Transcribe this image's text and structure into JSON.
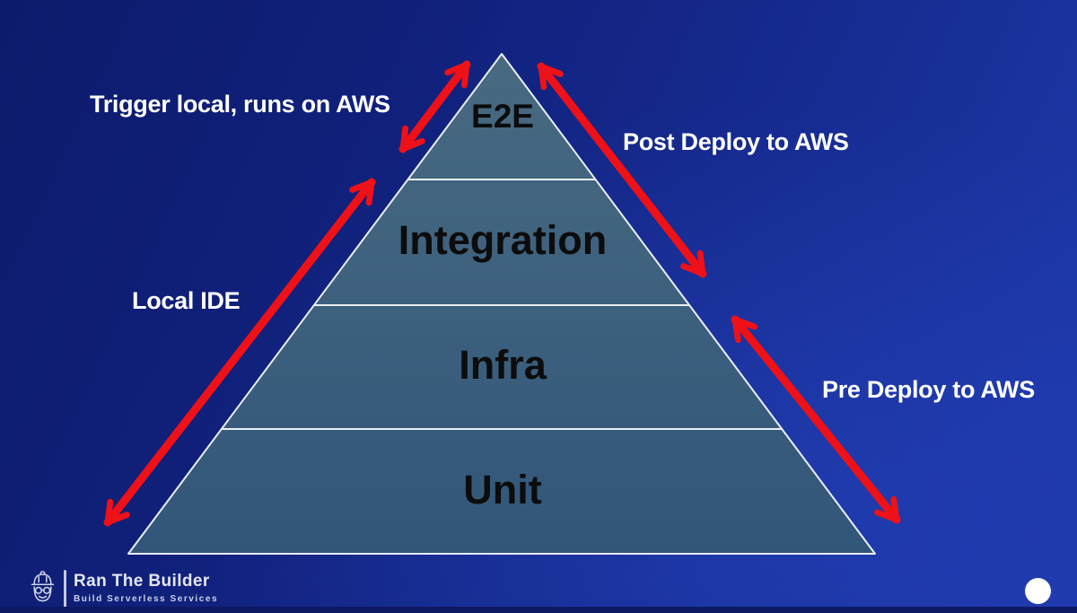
{
  "slide": {
    "annotations": {
      "trigger_local": "Trigger local, runs on AWS",
      "post_deploy": "Post Deploy to AWS",
      "local_ide": "Local IDE",
      "pre_deploy": "Pre Deploy to AWS"
    },
    "pyramid": {
      "layers": [
        {
          "label": "E2E"
        },
        {
          "label": "Integration"
        },
        {
          "label": "Infra"
        },
        {
          "label": "Unit"
        }
      ]
    },
    "logo": {
      "icon": "builder-hard-hat-face-icon",
      "title": "Ran The Builder",
      "subtitle": "Build Serverless Services"
    },
    "icons": {
      "webcam_dot": "white-circle-dot"
    },
    "colors": {
      "accent_red": "#ee1118",
      "pyramid_fill_top": "#486a81",
      "pyramid_fill_bottom": "#32567a",
      "pyramid_outline": "#e9eff6",
      "background_dark": "#0d1b6c",
      "background_bright": "#1e39ab",
      "annotation_text": "#ffffff",
      "layer_text": "#0c0c0c",
      "logo_text": "#e4e7f2"
    }
  }
}
